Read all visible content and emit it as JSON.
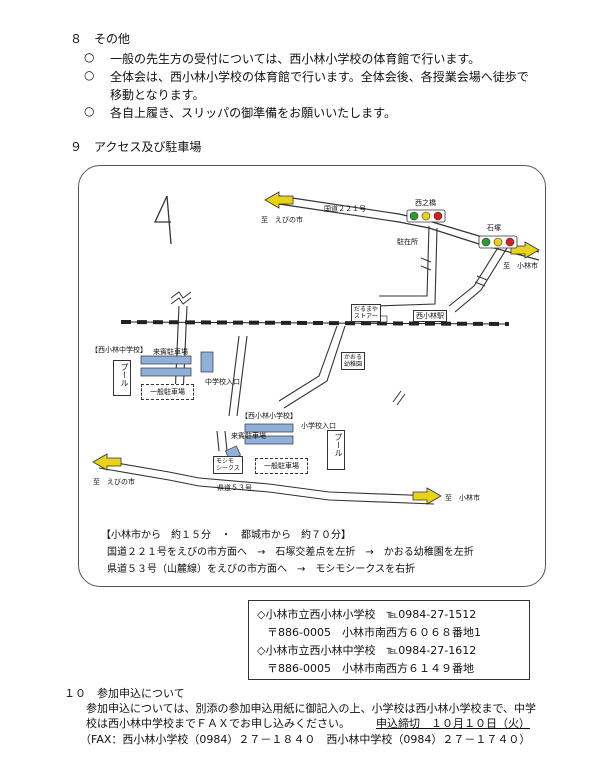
{
  "section8": {
    "title": "８　その他",
    "bullet": "○",
    "items": [
      "一般の先生方の受付については、西小林小学校の体育館で行います。",
      "全体会は、西小林小学校の体育館で行います。全体会後、各授業会場へ徒歩で",
      "移動となります。",
      "各自上履き、スリッパの御準備をお願いいたします。"
    ]
  },
  "section9": {
    "title": "９　アクセス及び駐車場"
  },
  "map": {
    "road_221": "国道２２１号",
    "to_ebino_1": "至　えびの市",
    "to_ebino_2": "至　えびの市",
    "to_kobayashi_1": "至　小林市",
    "to_kobayashi_2": "至　小林市",
    "nishikibashi": "西之橋",
    "ishizuka": "石塚",
    "chuzaisho": "駐在所",
    "station_front": "",
    "store": "だるまや\nストアー",
    "station": "西小林駅",
    "kindergarten": "かおる\n幼稚園",
    "jhs_label": "【西小林中学校】",
    "jhs_guest_parking": "来賓駐車場",
    "jhs_entrance": "中学校入口",
    "general_parking_1": "一般駐車場",
    "pool_1": "プール",
    "es_label": "【西小林小学校】",
    "es_entrance": "小学校入口",
    "es_guest_parking": "来賓駐車場",
    "moshimo": "モシモ\nシークス",
    "general_parking_2": "一般駐車場",
    "pool_2": "プール",
    "road_53": "県道５３号"
  },
  "directions": {
    "header": "【小林市から　約１５分　・　都城市から　約７０分】",
    "line1": "国道２２１号をえびの市方面へ　→　石塚交差点を左折　→　かおる幼稚園を左折",
    "line2": "県道５３号（山麓線）をえびの市方面へ　→　モシモシークスを右折"
  },
  "contact": {
    "es_name": "◇小林市立西小林小学校　℡0984-27-1512",
    "es_addr": "〒886-0005　小林市南西方６０６８番地1",
    "jhs_name": "◇小林市立西小林中学校　℡0984-27-1612",
    "jhs_addr": "〒886-0005　小林市南西方６１４９番地"
  },
  "section10": {
    "title": "１０　参加申込について",
    "line1": "参加申込については、別添の参加申込用紙に御記入の上、小学校は西小林小学校まで、中学",
    "line2a": "校は西小林中学校までＦＡＸでお申し込みください。",
    "deadline": "申込締切　１０月１０日（火）",
    "fax": "（FAX：西小林小学校（0984）２７－１８４０　西小林中学校（0984）２７－１７４０）"
  },
  "colors": {
    "light_red": "#d62020",
    "light_yellow": "#e8d21a",
    "light_green": "#2f9a2f",
    "building": "#8fb0d8"
  }
}
